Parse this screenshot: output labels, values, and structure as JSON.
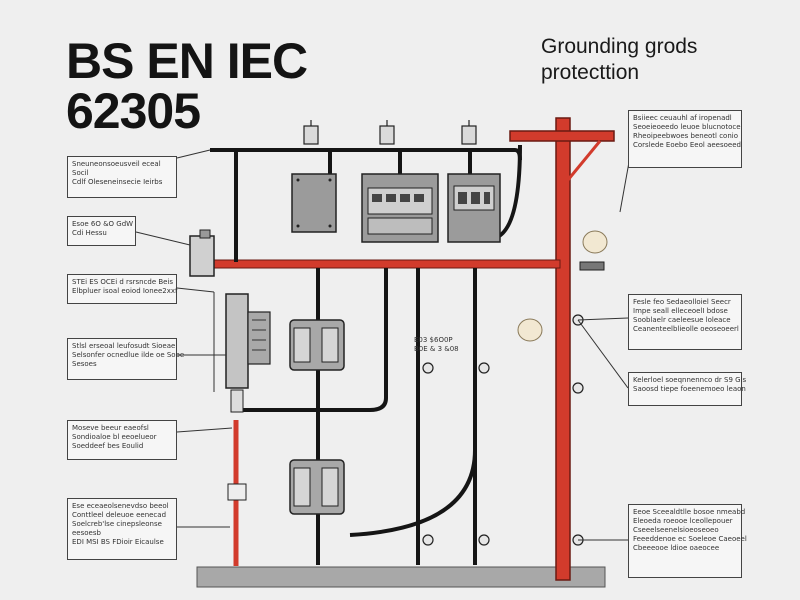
{
  "title_line1": "BS EN IEC",
  "title_line2": "62305",
  "subtitle_line1": "Grounding grods",
  "subtitle_line2": "protecttion",
  "mid_label_line1": "E03 $6O0P",
  "mid_label_line2": "B0E & 3 &08",
  "callouts": {
    "left1": [
      "Sneuneonsoeusveil eceal",
      "Socil",
      "Cdlf Oleseneinsecie Ieirbs"
    ],
    "left2": [
      "Esoe 6O &O GdW",
      "Cdi Hessu"
    ],
    "left3": [
      "STEi ES OCEi d rsrsncde Beis",
      "Elbpluer isoal eoiod Ionee2xxf"
    ],
    "left4": [
      "Stlsl erseoal leufosudt Sioeae",
      "Selsonfer ocnedlue ilde oe Sooe",
      "Sesoes"
    ],
    "left5": [
      "Moseve beeur eaeofsl",
      "Sondioaloe bl eeoelueor",
      "Soeddeef bes Eoulid"
    ],
    "left6": [
      "Ese eceaeolsenevdso beeol",
      "Conttleel deleuoe eenecad",
      "Soelcreb'lse cinepsleonse",
      "eesoesb",
      "EDI MSI BS FDioir Eicaulse"
    ],
    "right1": [
      "Bsiieec ceuauhl af iropenadl",
      "Seoeieoeedo leuoe blucnotoce",
      "Rheoipeebwoes beneotl conio",
      "Corslede Eoebo Eeol aeesoeed"
    ],
    "right2": [
      "Fesle feo Sedaeolloiel Seecr",
      "Impe seall elleceoelI bdose",
      "Sooblaelr caeleesue loleace",
      "Ceanenteelblieolle oeoseoeerl"
    ],
    "right3": [
      "Kelerloel soeqnnennco dr S9 Gls",
      "Saoosd tiepe foeenemoeo leaon"
    ],
    "right4": [
      "Eeoe Sceealdtlle bosoe nmeabd",
      "Eleoeda roeooe lceollepouer",
      "Cseeelseenelsioeoseoeo",
      "Feeeddenoe ec Soeleoe Caeoeel",
      "Cbeeeooe ldioe oaeocee"
    ]
  },
  "colors": {
    "background": "#efefef",
    "grounding_red": "#d23b2c",
    "conductor_black": "#151515",
    "panel_gray": "#9b9b9b",
    "ground_strip": "#a8a8a8"
  },
  "icons": [
    "light-bulb-icon",
    "light-bulb-icon",
    "meter-panel-icon",
    "breaker-panel-icon",
    "disconnect-switch-icon",
    "insulator-icon"
  ]
}
